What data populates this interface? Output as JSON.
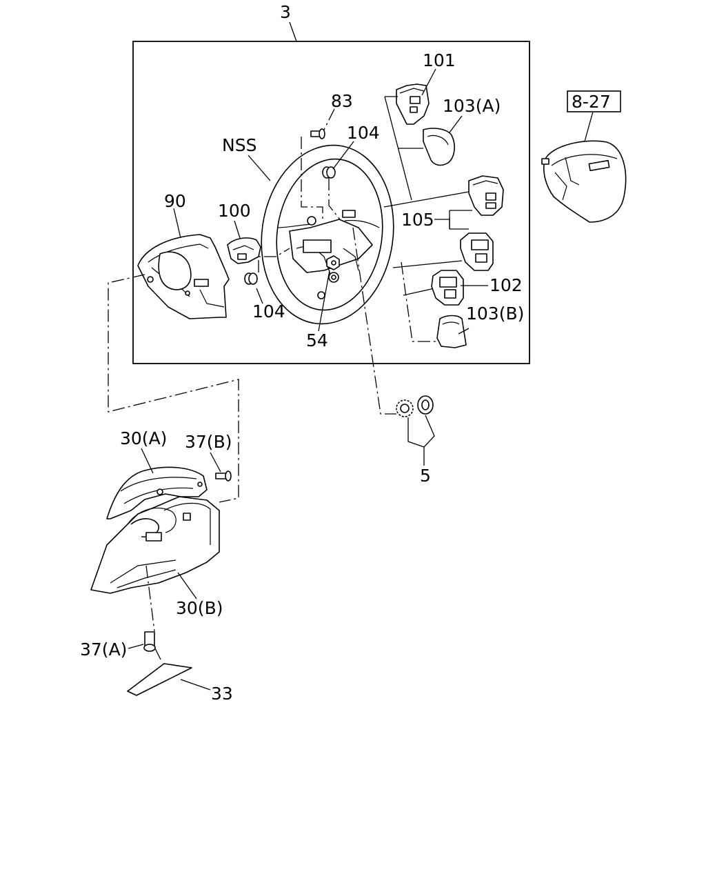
{
  "callouts": {
    "assembly": "3",
    "ref": "8-27",
    "p101": "101",
    "p103a": "103(A)",
    "p83": "83",
    "p104_top": "104",
    "nss": "NSS",
    "p90": "90",
    "p100": "100",
    "p105": "105",
    "p102": "102",
    "p104_bottom": "104",
    "p54": "54",
    "p103b": "103(B)",
    "p5": "5",
    "p30a": "30(A)",
    "p37b": "37(B)",
    "p30b": "30(B)",
    "p37a": "37(A)",
    "p33": "33"
  }
}
